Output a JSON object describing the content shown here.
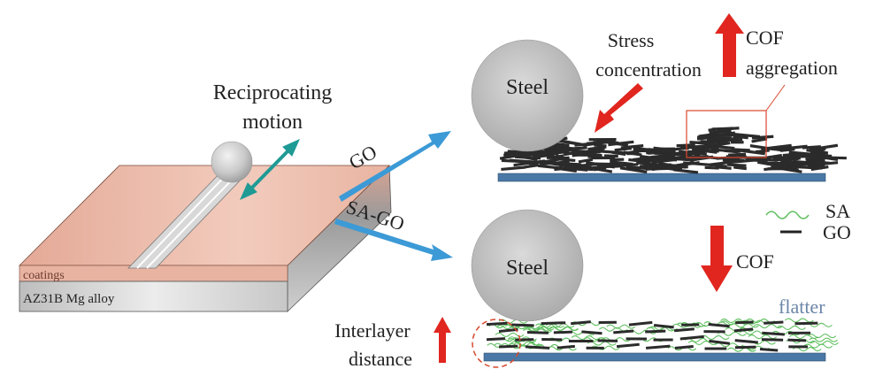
{
  "left_panel": {
    "motion_label_line1": "Reciprocating",
    "motion_label_line2": "motion",
    "coatings_label": "coatings",
    "substrate_label": "AZ31B Mg alloy",
    "go_label": "GO",
    "sa_go_label": "SA-GO"
  },
  "top_panel": {
    "ball_label": "Steel",
    "stress_line1": "Stress",
    "stress_line2": "concentration",
    "cof_label": "COF",
    "aggregation_label": "aggregation"
  },
  "bottom_panel": {
    "ball_label": "Steel",
    "cof_label": "COF",
    "flatter_label": "flatter",
    "interlayer_line1": "Interlayer",
    "interlayer_line2": "distance"
  },
  "legend": {
    "sa_label": "SA",
    "go_label": "GO"
  },
  "colors": {
    "arrow_red": "#e0261f",
    "arrow_blue": "#3c9ad6",
    "arrow_teal": "#1f9a95",
    "coating": "#ecb9a6",
    "substrate_bar": "#4a78a6",
    "sa_green": "#5fbf5f",
    "flatter_text": "#6b86a8"
  }
}
